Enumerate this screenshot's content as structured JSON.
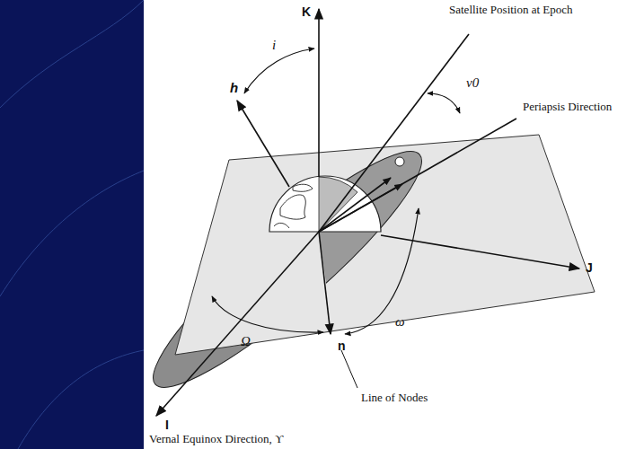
{
  "diagram": {
    "labels": [
      "K",
      "h",
      "i",
      "Satellite Position at Epoch",
      "ν0",
      "Periapsis Direction",
      "J",
      "Ω",
      "ω",
      "I",
      "n",
      "Line of Nodes",
      "Vernal Equinox Direction, ϒ"
    ]
  }
}
